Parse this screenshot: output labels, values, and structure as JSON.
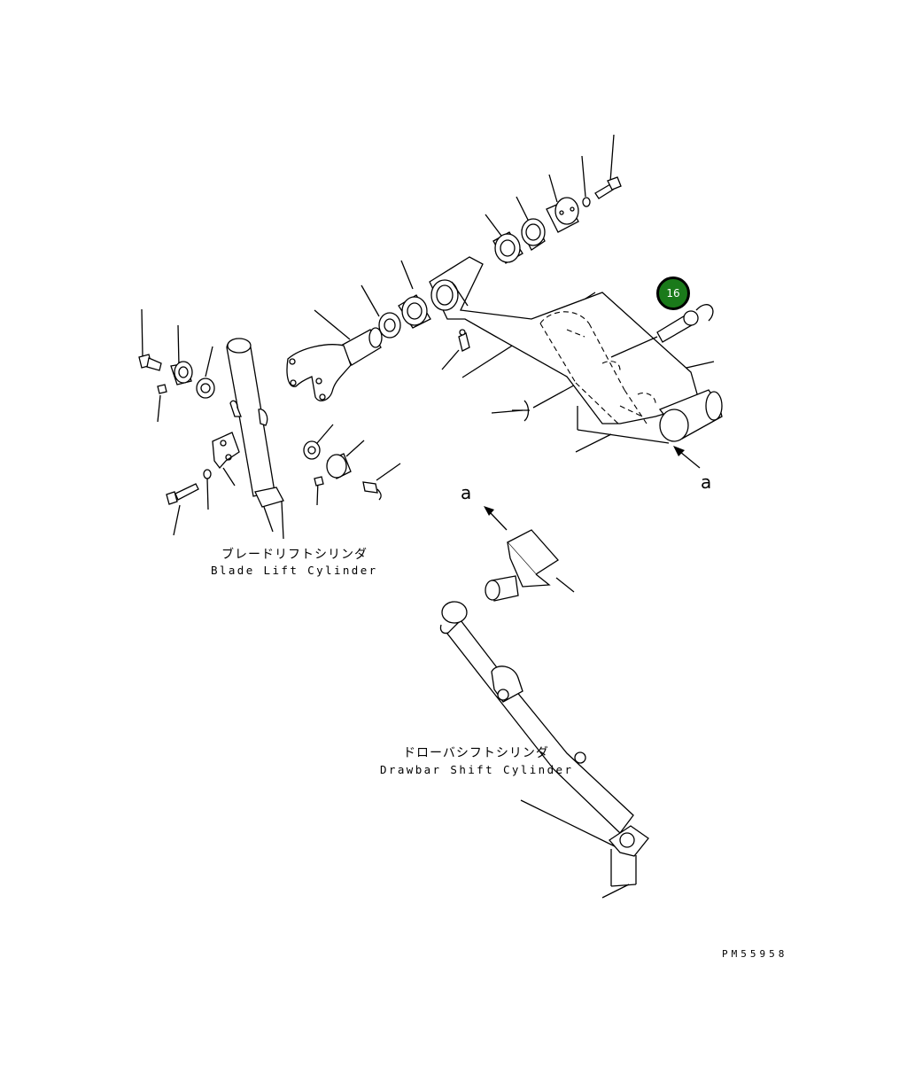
{
  "labels": {
    "blade_lift_jp": "ブレードリフトシリンダ",
    "blade_lift_en": "Blade Lift Cylinder",
    "drawbar_shift_jp": "ドローバシフトシリンダ",
    "drawbar_shift_en": "Drawbar Shift Cylinder",
    "ref_a_right": "a",
    "ref_a_middle": "a",
    "drawing_code": "PM55958"
  },
  "callout": {
    "number": "16",
    "color": "#1a7a1a"
  }
}
